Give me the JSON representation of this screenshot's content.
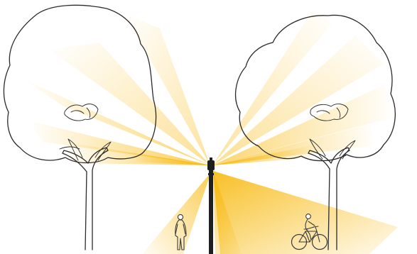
{
  "scene": {
    "light_color": "#F7B500",
    "outline_color": "#2b2b2b",
    "pole_color": "#1f1f1f",
    "background": "#ffffff"
  },
  "elements": {
    "left_tree": "tree",
    "right_tree": "tree",
    "street_lamp": "lamp-post",
    "pedestrian": "person-walking",
    "cyclist": "person-on-bicycle"
  }
}
